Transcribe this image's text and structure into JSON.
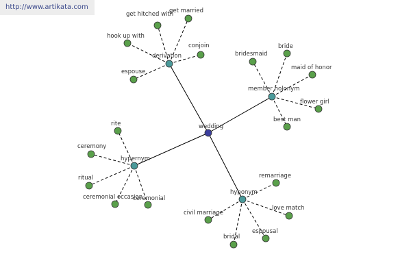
{
  "watermark": "http://www.artikata.com",
  "colors": {
    "root": "#3c3f9e",
    "relation": "#4a9a9a",
    "leaf": "#5aa04b",
    "edge": "#000000",
    "dashed_edge": "#000000"
  },
  "graph": {
    "root": {
      "id": "wedding",
      "label": "wedding"
    },
    "relations": [
      {
        "id": "derivation",
        "label": "derivation"
      },
      {
        "id": "member-holonym",
        "label": "member holonym"
      },
      {
        "id": "hypernym",
        "label": "hypernym"
      },
      {
        "id": "hyponym",
        "label": "hyponym"
      }
    ],
    "leaves": [
      {
        "id": "get-hitched-with",
        "label": "get hitched with",
        "parent": "derivation"
      },
      {
        "id": "get-married",
        "label": "get married",
        "parent": "derivation"
      },
      {
        "id": "hook-up-with",
        "label": "hook up with",
        "parent": "derivation"
      },
      {
        "id": "conjoin",
        "label": "conjoin",
        "parent": "derivation"
      },
      {
        "id": "espouse",
        "label": "espouse",
        "parent": "derivation"
      },
      {
        "id": "bridesmaid",
        "label": "bridesmaid",
        "parent": "member-holonym"
      },
      {
        "id": "bride",
        "label": "bride",
        "parent": "member-holonym"
      },
      {
        "id": "maid-of-honor",
        "label": "maid of honor",
        "parent": "member-holonym"
      },
      {
        "id": "flower-girl",
        "label": "flower girl",
        "parent": "member-holonym"
      },
      {
        "id": "best-man",
        "label": "best man",
        "parent": "member-holonym"
      },
      {
        "id": "rite",
        "label": "rite",
        "parent": "hypernym"
      },
      {
        "id": "ceremony",
        "label": "ceremony",
        "parent": "hypernym"
      },
      {
        "id": "ritual",
        "label": "ritual",
        "parent": "hypernym"
      },
      {
        "id": "ceremonial-occasion",
        "label": "ceremonial occasion",
        "parent": "hypernym"
      },
      {
        "id": "ceremonial",
        "label": "ceremonial",
        "parent": "hypernym"
      },
      {
        "id": "remarriage",
        "label": "remarriage",
        "parent": "hyponym"
      },
      {
        "id": "love-match",
        "label": "love match",
        "parent": "hyponym"
      },
      {
        "id": "civil-marriage",
        "label": "civil marriage",
        "parent": "hyponym"
      },
      {
        "id": "espousal",
        "label": "espousal",
        "parent": "hyponym"
      },
      {
        "id": "bridal",
        "label": "bridal",
        "parent": "hyponym"
      }
    ]
  }
}
